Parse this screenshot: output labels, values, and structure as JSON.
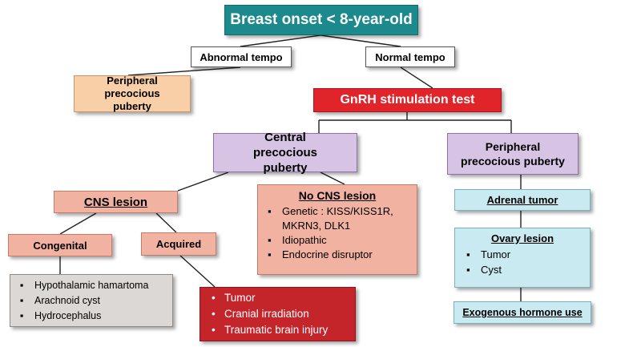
{
  "colors": {
    "teal": "#1c8a8d",
    "red": "#e0242a",
    "peach": "#f9cfa8",
    "lavender": "#d7c3e3",
    "salmon": "#f2b2a1",
    "light_blue": "#c9eaf0",
    "grey": "#dbd8d5",
    "dark_red": "#c3252b"
  },
  "nodes": {
    "root": "Breast onset < 8-year-old",
    "abnormal_tempo": "Abnormal tempo",
    "normal_tempo": "Normal tempo",
    "peripheral_left": "Peripheral precocious puberty",
    "gnrh_test": "GnRH stimulation test",
    "central": "Central precocious puberty",
    "peripheral_right": "Peripheral precocious puberty",
    "cns_lesion": "CNS lesion",
    "no_cns_lesion": {
      "title": "No CNS lesion",
      "items": [
        "Genetic : KISS/KISS1R, MKRN3, DLK1",
        "Idiopathic",
        "Endocrine disruptor"
      ]
    },
    "congenital": "Congenital",
    "acquired": "Acquired",
    "congenital_list": [
      "Hypothalamic hamartoma",
      "Arachnoid cyst",
      "Hydrocephalus"
    ],
    "acquired_list": [
      "Tumor",
      "Cranial irradiation",
      "Traumatic brain injury"
    ],
    "adrenal_tumor": "Adrenal tumor",
    "ovary_lesion": {
      "title": "Ovary lesion",
      "items": [
        "Tumor",
        "Cyst"
      ]
    },
    "exogenous": "Exogenous hormone use"
  }
}
